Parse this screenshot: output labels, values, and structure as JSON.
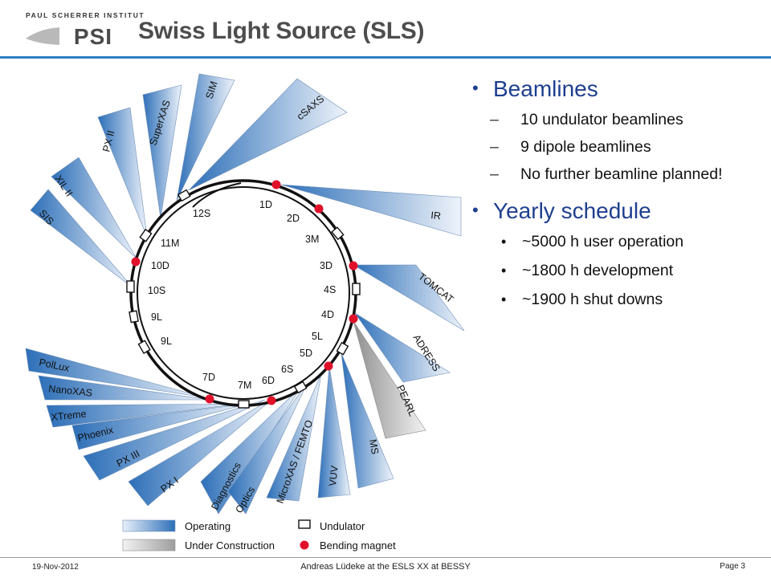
{
  "header": {
    "institute": "PAUL SCHERRER INSTITUT",
    "logo_mark": "PSI",
    "title": "Swiss Light Source (SLS)"
  },
  "colors": {
    "accent_blue": "#2f7fc1",
    "bullet_blue": "#1f3f8f",
    "operating_fan": "#3d7fc4",
    "construction_fan": "#9e9e9e",
    "bending_magnet": "#e0102a"
  },
  "diagram": {
    "beamlines": [
      {
        "name": "cSAXS",
        "status": "operating"
      },
      {
        "name": "IR",
        "status": "operating"
      },
      {
        "name": "TOMCAT",
        "status": "operating"
      },
      {
        "name": "ADRESS",
        "status": "operating"
      },
      {
        "name": "PEARL",
        "status": "construction"
      },
      {
        "name": "MS",
        "status": "operating"
      },
      {
        "name": "VUV",
        "status": "operating"
      },
      {
        "name": "MicroXAS / FEMTO",
        "status": "operating"
      },
      {
        "name": "Optics",
        "status": "operating"
      },
      {
        "name": "Diagnostics",
        "status": "operating"
      },
      {
        "name": "PX I",
        "status": "operating"
      },
      {
        "name": "PX III",
        "status": "operating"
      },
      {
        "name": "Phoenix",
        "status": "operating"
      },
      {
        "name": "XTreme",
        "status": "operating"
      },
      {
        "name": "NanoXAS",
        "status": "operating"
      },
      {
        "name": "PolLux",
        "status": "operating"
      },
      {
        "name": "SIS",
        "status": "operating"
      },
      {
        "name": "XIL II",
        "status": "operating"
      },
      {
        "name": "PX II",
        "status": "operating"
      },
      {
        "name": "SuperXAS",
        "status": "operating"
      },
      {
        "name": "SIM",
        "status": "operating"
      }
    ],
    "sections": [
      "1D",
      "2D",
      "3M",
      "3D",
      "4S",
      "4D",
      "5L",
      "5D",
      "6S",
      "6D",
      "7M",
      "7D",
      "9L",
      "9L",
      "10S",
      "10D",
      "11M",
      "12S"
    ],
    "legend": {
      "operating": "Operating",
      "construction": "Under Construction",
      "undulator": "Undulator",
      "bending": "Bending magnet"
    }
  },
  "content": {
    "beamlines_heading": "Beamlines",
    "beamlines_items": [
      "10 undulator beamlines",
      "9 dipole beamlines",
      "No further beamline planned!"
    ],
    "schedule_heading": "Yearly schedule",
    "schedule_items": [
      "~5000 h user operation",
      "~1800 h development",
      "~1900 h shut downs"
    ]
  },
  "footer": {
    "date": "19-Nov-2012",
    "center": "Andreas Lüdeke at the ESLS XX at BESSY",
    "page": "Page 3"
  }
}
